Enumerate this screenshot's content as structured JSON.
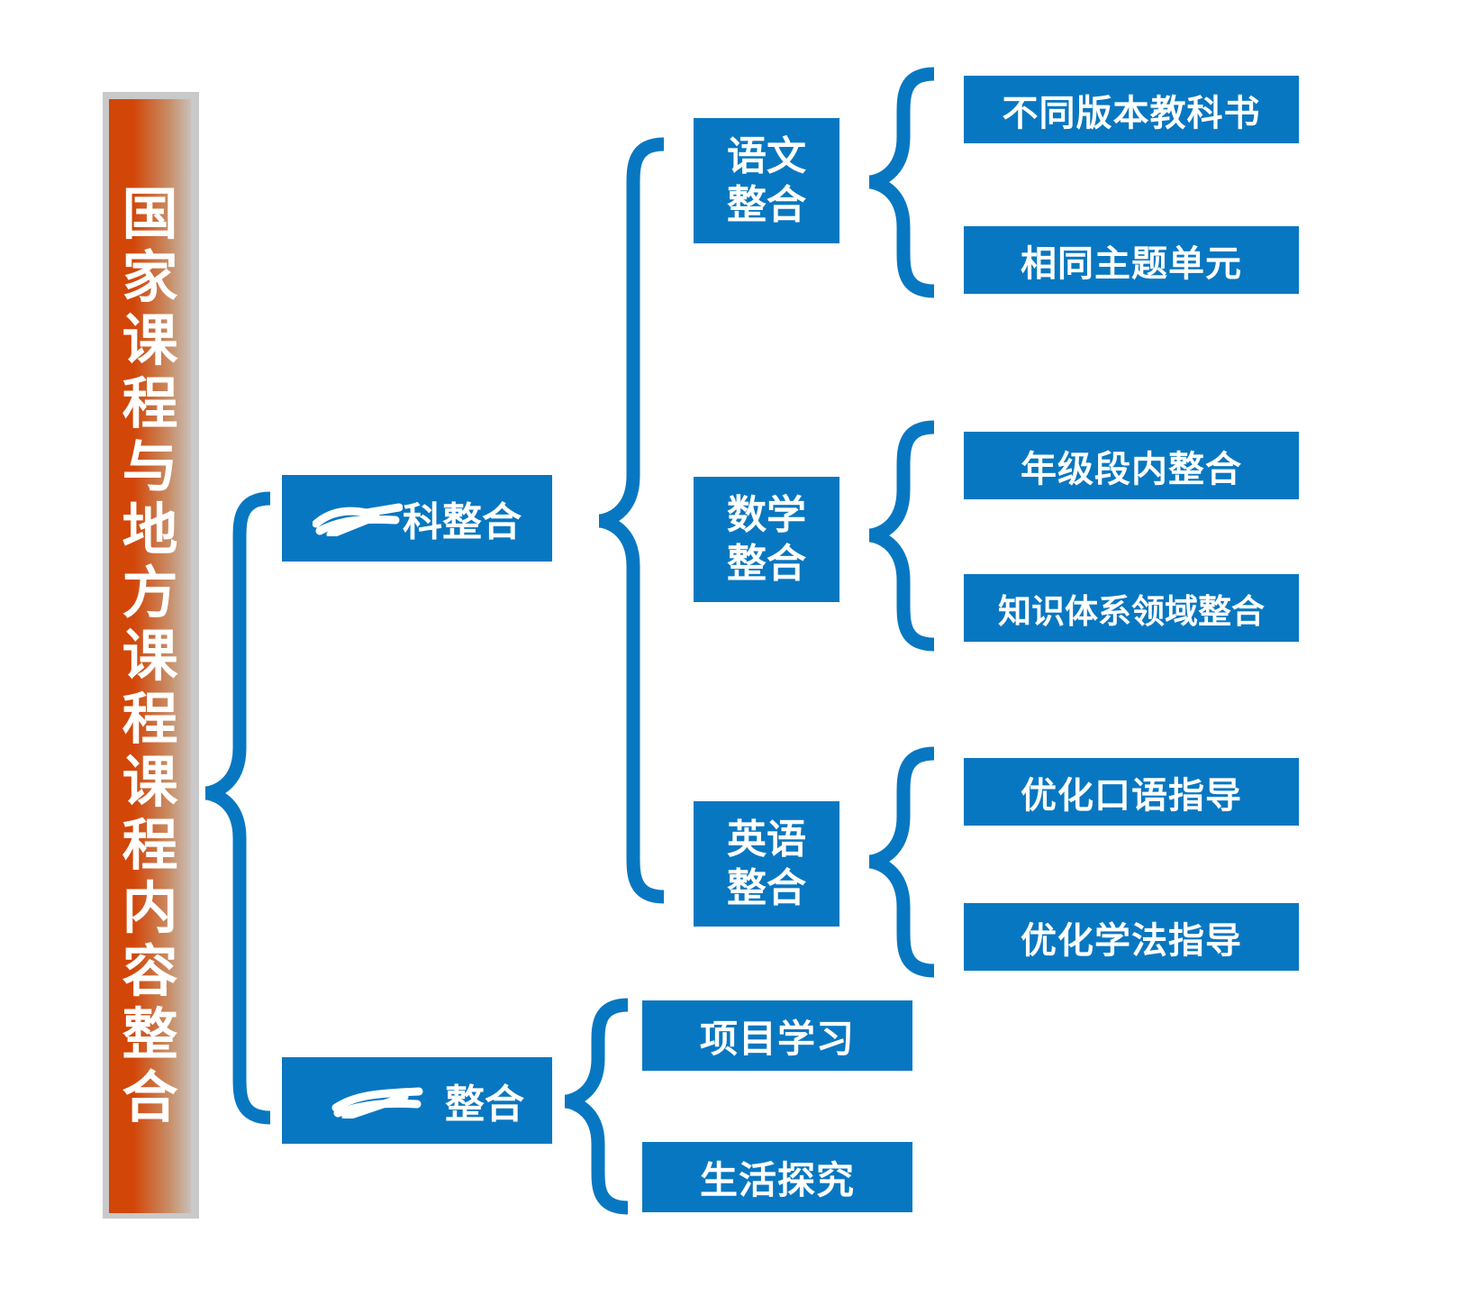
{
  "title": "国家课程与地方课程课程内容整合",
  "colors": {
    "box_blue": "#0877c1",
    "title_orange": "#d24608"
  },
  "branches": [
    {
      "label_visible": "科整合",
      "children": [
        {
          "label_line1": "语文",
          "label_line2": "整合",
          "items": [
            "不同版本教科书",
            "相同主题单元"
          ]
        },
        {
          "label_line1": "数学",
          "label_line2": "整合",
          "items": [
            "年级段内整合",
            "知识体系领域整合"
          ]
        },
        {
          "label_line1": "英语",
          "label_line2": "整合",
          "items": [
            "优化口语指导",
            "优化学法指导"
          ]
        }
      ]
    },
    {
      "label_visible": "整合",
      "items": [
        "项目学习",
        "生活探究"
      ]
    }
  ]
}
